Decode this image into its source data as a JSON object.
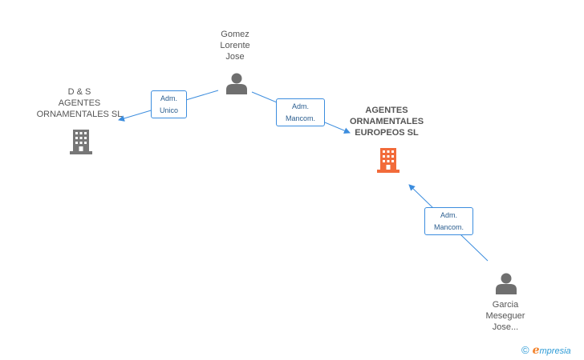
{
  "nodes": {
    "gomez": {
      "name_lines": [
        "Gomez",
        "Lorente",
        "Jose"
      ],
      "icon": "person-icon"
    },
    "ds_agentes": {
      "name_lines": [
        "D & S",
        "AGENTES",
        "ORNAMENTALES SL"
      ],
      "icon": "building-icon"
    },
    "agentes_europeos": {
      "name_lines": [
        "AGENTES",
        "ORNAMENTALES",
        "EUROPEOS SL"
      ],
      "icon": "building-icon"
    },
    "garcia": {
      "name_lines": [
        "Garcia",
        "Meseguer",
        "Jose..."
      ],
      "icon": "person-icon"
    }
  },
  "edges": {
    "gomez_to_ds": {
      "lines": [
        "Adm.",
        "Unico"
      ]
    },
    "gomez_to_europeos": {
      "lines": [
        "Adm.",
        "Mancom."
      ]
    },
    "garcia_to_europeos": {
      "lines": [
        "Adm.",
        "Mancom."
      ]
    }
  },
  "colors": {
    "main_company": "#f26b3a",
    "company": "#777777",
    "person": "#6f6f6f",
    "edge": "#3c8dde",
    "label_text": "#555555"
  },
  "brand": {
    "copyright": "©",
    "e": "e",
    "rest": "mpresia"
  }
}
